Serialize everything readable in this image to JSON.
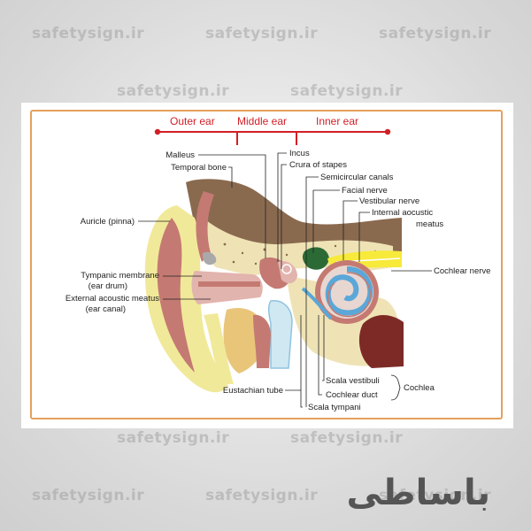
{
  "watermark_text": "safetysign.ir",
  "logo_text": "باساطی",
  "regions": {
    "outer_ear": "Outer ear",
    "middle_ear": "Middle ear",
    "inner_ear": "Inner ear"
  },
  "labels": {
    "malleus": "Malleus",
    "temporal_bone": "Temporal bone",
    "auricle": "Auricle  (pinna)",
    "tympanic_1": "Tympanic membrane",
    "tympanic_2": "(ear drum)",
    "external_1": "External acoustic meatus",
    "external_2": "(ear canal)",
    "incus": "Incus",
    "crura": "Crura of stapes",
    "semicircular": "Semicircular canals",
    "facial": "Facial nerve",
    "vestibular": "Vestibular nerve",
    "internal_1": "Internal aocustic",
    "internal_2": "meatus",
    "cochlear_nerve": "Cochlear nerve",
    "eustachian": "Eustachian tube",
    "scala_vestibuli": "Scala vestibuli",
    "cochlear_duct": "Cochlear duct",
    "scala_tympani": "Scala tympani",
    "cochlea": "Cochlea"
  },
  "colors": {
    "region_red": "#d21f26",
    "frame_orange": "#e6a05b",
    "bone_brown": "#8a6a4f",
    "cartilage_yellow": "#f1e99a",
    "tissue_red": "#c47a72",
    "nerve_yellow": "#f7ea3a",
    "canal_blue": "#5aa7d8"
  }
}
